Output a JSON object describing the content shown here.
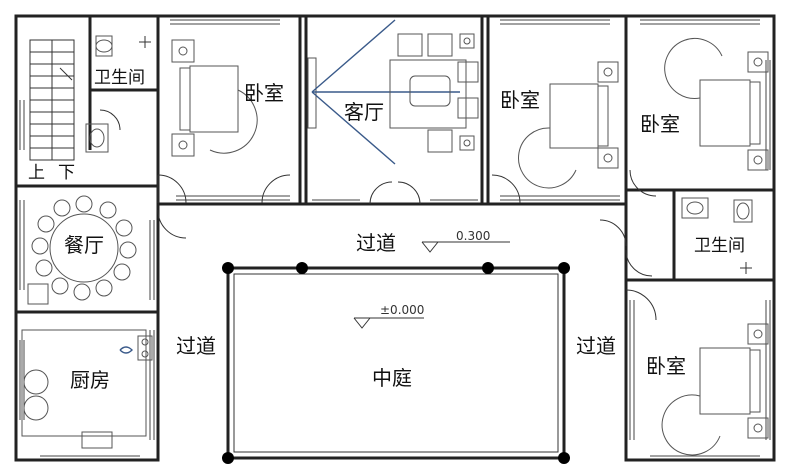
{
  "rooms": {
    "bedroom_top_left": "卧室",
    "living_room": "客厅",
    "bedroom_top_middle": "卧室",
    "bedroom_top_right": "卧室",
    "bedroom_bottom_right": "卧室",
    "bathroom_left": "卫生间",
    "bathroom_right": "卫生间",
    "dining_room": "餐厅",
    "kitchen": "厨房",
    "courtyard": "中庭",
    "corridor_top": "过道",
    "corridor_left": "过道",
    "corridor_right": "过道"
  },
  "stairs": {
    "up": "上",
    "down": "下"
  },
  "elevations": {
    "corridor": "0.300",
    "courtyard": "±0.000"
  }
}
